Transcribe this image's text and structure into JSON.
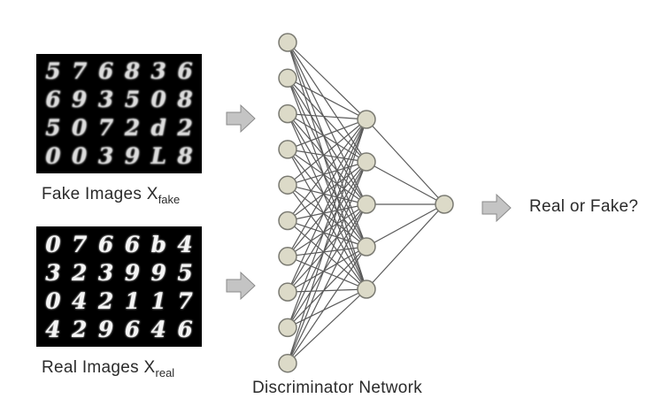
{
  "fake_images": {
    "caption": "Fake Images X",
    "subscript": "fake",
    "digits": [
      "5",
      "7",
      "6",
      "8",
      "3",
      "6",
      "6",
      "9",
      "3",
      "5",
      "0",
      "8",
      "5",
      "0",
      "7",
      "2",
      "d",
      "2",
      "0",
      "0",
      "3",
      "9",
      "L",
      "8"
    ]
  },
  "real_images": {
    "caption": "Real Images X",
    "subscript": "real",
    "digits": [
      "0",
      "7",
      "6",
      "6",
      "b",
      "4",
      "3",
      "2",
      "3",
      "9",
      "9",
      "5",
      "0",
      "4",
      "2",
      "1",
      "1",
      "7",
      "4",
      "2",
      "9",
      "6",
      "4",
      "6"
    ]
  },
  "network": {
    "caption": "Discriminator Network",
    "layers": [
      {
        "name": "input",
        "nodes": 10
      },
      {
        "name": "hidden",
        "nodes": 5
      },
      {
        "name": "output",
        "nodes": 1
      }
    ],
    "node_fill": "#dcdac8",
    "node_stroke": "#7a7a72",
    "edge_color": "#5a5a5a"
  },
  "arrows": {
    "fill": "#c4c4c4",
    "stroke": "#8a8a8a",
    "items": [
      {
        "name": "fake-to-network-arrow"
      },
      {
        "name": "real-to-network-arrow"
      },
      {
        "name": "network-to-output-arrow"
      }
    ]
  },
  "result": {
    "label": "Real or Fake?"
  }
}
